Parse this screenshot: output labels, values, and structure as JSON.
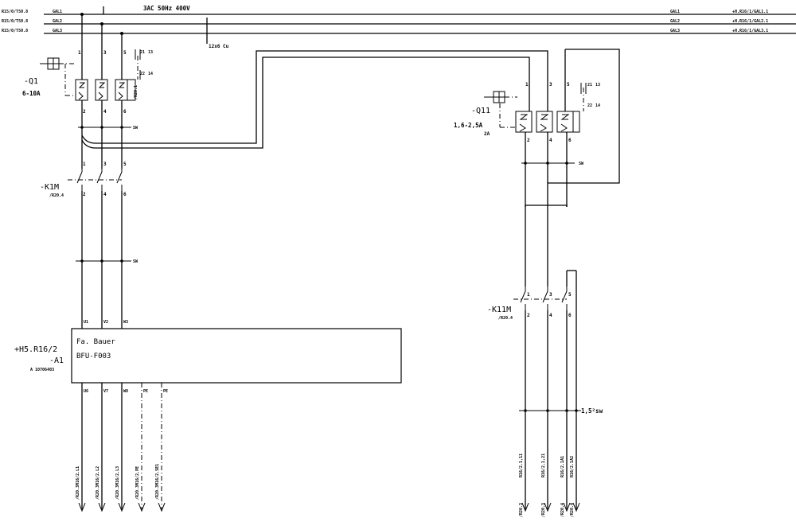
{
  "supply": {
    "voltage_label": "3AC 50Hz 400V",
    "cable_label": "12x6 Cu",
    "left_sources": [
      "R15/0/T50.8",
      "R15/0/T50.8",
      "R15/0/T50.8"
    ],
    "left_phase_names": [
      "GAL1",
      "GAL2",
      "GAL3"
    ],
    "right_phase_names": [
      "GAL1",
      "GAL2",
      "GAL3"
    ],
    "right_targets": [
      "+H.R16/1/GAL1.1",
      "+H.R16/1/GAL2.1",
      "+H.R16/1/GAL3.1"
    ]
  },
  "breaker_q1": {
    "tag": "-Q1",
    "rating": "6-10A",
    "terminals_top": [
      "1",
      "3",
      "5"
    ],
    "terminals_bottom": [
      "2",
      "4",
      "6"
    ],
    "aux_top": [
      "21",
      "13"
    ],
    "aux_bottom": [
      "22",
      "14"
    ],
    "side_ref": "/R20.1",
    "bus_label": "SW"
  },
  "contactor_k1m": {
    "tag": "-K1M",
    "ref": "/R20.4",
    "terminals_top": [
      "1",
      "3",
      "5"
    ],
    "terminals_bottom": [
      "2",
      "4",
      "6"
    ],
    "bus_label": "SW"
  },
  "drive": {
    "location": "+H5.R16/2",
    "tag": "-A1",
    "part_no": "A 10706403",
    "maker": "Fa. Bauer",
    "model": "BFU-F003",
    "inputs": [
      "U1",
      "V2",
      "W3"
    ],
    "outputs": [
      "U6",
      "V7",
      "W8",
      "PE",
      "PE"
    ],
    "output_refs": [
      "/R20.3M16/2.L1",
      "/R20.3M16/2.L2",
      "/R20.3M16/2.L3",
      "/R20.3M16/2.PE",
      "/R20.3M16/2.SE1"
    ]
  },
  "breaker_q11": {
    "tag": "-Q11",
    "rating": "1,6-2,5A",
    "side_ref": "2A",
    "terminals_top": [
      "1",
      "3",
      "5"
    ],
    "terminals_bottom": [
      "2",
      "4",
      "6"
    ],
    "aux_top": [
      "21",
      "13"
    ],
    "aux_bottom": [
      "22",
      "14"
    ],
    "bus_label": "SW"
  },
  "contactor_k11m": {
    "tag": "-K11M",
    "ref": "/R20.4",
    "terminals_top": [
      "1",
      "3",
      "5"
    ],
    "terminals_bottom": [
      "2",
      "4",
      "6"
    ],
    "cable_label": "1,5²sw",
    "output_refs": [
      "R16/2.1,11",
      "R16/2.1,21",
      "R16/2.1A1",
      "R16/2.1A2"
    ],
    "bottom_refs": [
      "/R20.3",
      "/R20.3",
      "/R20.4",
      "/R20.4"
    ]
  }
}
